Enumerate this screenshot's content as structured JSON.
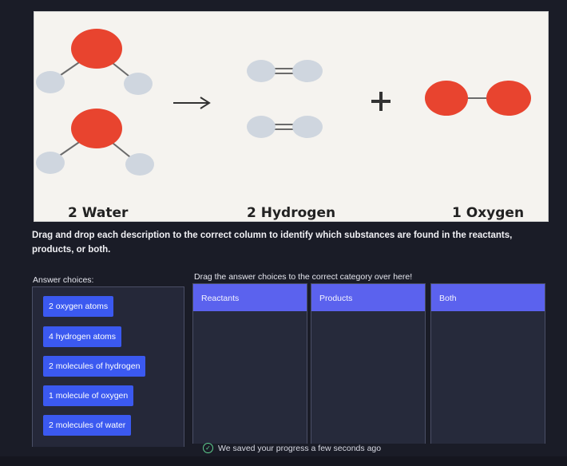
{
  "diagram": {
    "labels": {
      "water": "2 Water",
      "hydrogen": "2 Hydrogen",
      "oxygen": "1 Oxygen"
    },
    "arrow": "→",
    "plus": "+",
    "colors": {
      "oxygen_atom": "#e8442f",
      "hydrogen_atom": "#cfd6df",
      "bond": "#6b6b6b"
    }
  },
  "instructions": "Drag and drop each description to the correct column to identify which substances are found in the reactants, products, or both.",
  "choices": {
    "label": "Answer choices:",
    "items": [
      "2 oxygen atoms",
      "4 hydrogen atoms",
      "2 molecules of hydrogen",
      "1 molecule of oxygen",
      "2 molecules of water"
    ]
  },
  "targets": {
    "label": "Drag the answer choices to the correct category over here!",
    "columns": [
      "Reactants",
      "Products",
      "Both"
    ]
  },
  "status": {
    "text": "We saved your progress a few seconds ago"
  },
  "accent": "#3b59f0",
  "header_color": "#5b62ee"
}
